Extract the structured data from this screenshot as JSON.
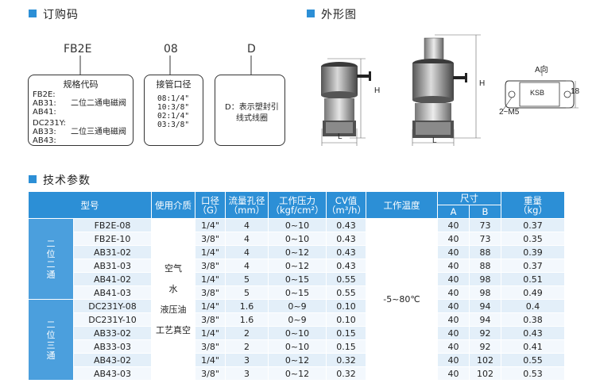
{
  "sections": {
    "order_code": "订购码",
    "outline": "外形图",
    "tech": "技术参数"
  },
  "order": {
    "model_head": "FB2E",
    "port_head": "08",
    "coil_head": "D",
    "model_box": {
      "title": "规格代码",
      "group1_codes": [
        "FB2E:",
        "AB31:",
        "AB41:"
      ],
      "group1_desc": "二位二通电磁阀",
      "group2_codes": [
        "DC231Y:",
        "AB33:",
        "AB43:"
      ],
      "group2_desc": "二位三通电磁阀"
    },
    "port_box": {
      "title": "接管口径",
      "lines": [
        "08:1/4\"",
        "10:3/8\"",
        "02:1/4\"",
        "03:3/8\""
      ]
    },
    "coil_box": {
      "line1": "D：表示塑封引",
      "line2": "线式线圈"
    }
  },
  "drawing": {
    "label_h": "H",
    "label_l": "L",
    "label_a_dir": "A向",
    "label_18": "18",
    "label_m5": "2~M5",
    "label_ksb": "KSB"
  },
  "table": {
    "headers": {
      "model": "型号",
      "media": "使用介质",
      "port": "口径",
      "port_unit": "（G）",
      "orifice": "流量孔径",
      "orifice_unit": "（mm）",
      "pressure": "工作压力",
      "pressure_unit": "（kgf/cm²）",
      "cv": "CV值",
      "cv_unit": "（m³/h）",
      "temp": "工作温度",
      "size": "尺寸",
      "size_a": "A",
      "size_b": "B",
      "weight": "重量",
      "weight_unit": "（kg）"
    },
    "group1": "二位二通",
    "group2": "二位三通",
    "media": [
      "空气",
      "水",
      "液压油",
      "工艺真空"
    ],
    "temp": "-5~80℃",
    "rows": [
      {
        "model": "FB2E-08",
        "port": "1/4\"",
        "orifice": "4",
        "pressure": "0~10",
        "cv": "0.43",
        "a": "40",
        "b": "73",
        "weight": "0.37"
      },
      {
        "model": "FB2E-10",
        "port": "3/8\"",
        "orifice": "4",
        "pressure": "0~10",
        "cv": "0.43",
        "a": "40",
        "b": "73",
        "weight": "0.35"
      },
      {
        "model": "AB31-02",
        "port": "1/4\"",
        "orifice": "4",
        "pressure": "0~12",
        "cv": "0.43",
        "a": "40",
        "b": "88",
        "weight": "0.39"
      },
      {
        "model": "AB31-03",
        "port": "3/8\"",
        "orifice": "4",
        "pressure": "0~12",
        "cv": "0.43",
        "a": "40",
        "b": "88",
        "weight": "0.37"
      },
      {
        "model": "AB41-02",
        "port": "1/4\"",
        "orifice": "5",
        "pressure": "0~15",
        "cv": "0.55",
        "a": "40",
        "b": "98",
        "weight": "0.51"
      },
      {
        "model": "AB41-03",
        "port": "3/8\"",
        "orifice": "5",
        "pressure": "0~15",
        "cv": "0.55",
        "a": "40",
        "b": "98",
        "weight": "0.49"
      },
      {
        "model": "DC231Y-08",
        "port": "1/4\"",
        "orifice": "1.6",
        "pressure": "0~9",
        "cv": "0.10",
        "a": "40",
        "b": "94",
        "weight": "0.4"
      },
      {
        "model": "DC231Y-10",
        "port": "3/8\"",
        "orifice": "1.6",
        "pressure": "0~9",
        "cv": "0.10",
        "a": "40",
        "b": "94",
        "weight": "0.38"
      },
      {
        "model": "AB33-02",
        "port": "1/4\"",
        "orifice": "2",
        "pressure": "0~10",
        "cv": "0.15",
        "a": "40",
        "b": "92",
        "weight": "0.43"
      },
      {
        "model": "AB33-03",
        "port": "3/8\"",
        "orifice": "2",
        "pressure": "0~10",
        "cv": "0.15",
        "a": "40",
        "b": "92",
        "weight": "0.41"
      },
      {
        "model": "AB43-02",
        "port": "1/4\"",
        "orifice": "3",
        "pressure": "0~12",
        "cv": "0.32",
        "a": "40",
        "b": "102",
        "weight": "0.55"
      },
      {
        "model": "AB43-03",
        "port": "3/8\"",
        "orifice": "3",
        "pressure": "0~12",
        "cv": "0.32",
        "a": "40",
        "b": "102",
        "weight": "0.53"
      }
    ]
  }
}
